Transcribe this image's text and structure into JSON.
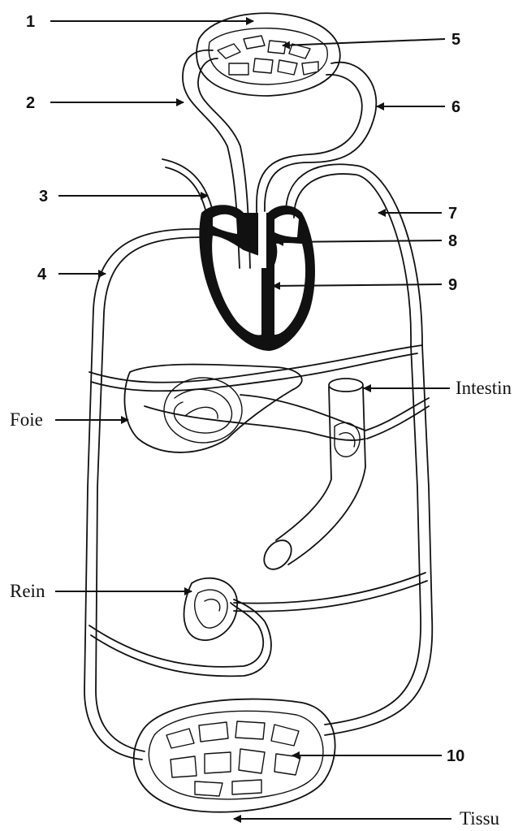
{
  "title": "",
  "labels": {
    "n1": "1",
    "n2": "2",
    "n3": "3",
    "n4": "4",
    "n5": "5",
    "n6": "6",
    "n7": "7",
    "n8": "8",
    "n9": "9",
    "n10": "10",
    "foie": "Foie",
    "intestin": "Intestin",
    "rein": "Rein",
    "tissu": "Tissu"
  },
  "colors": {
    "ink": "#111111",
    "background": "#ffffff"
  }
}
